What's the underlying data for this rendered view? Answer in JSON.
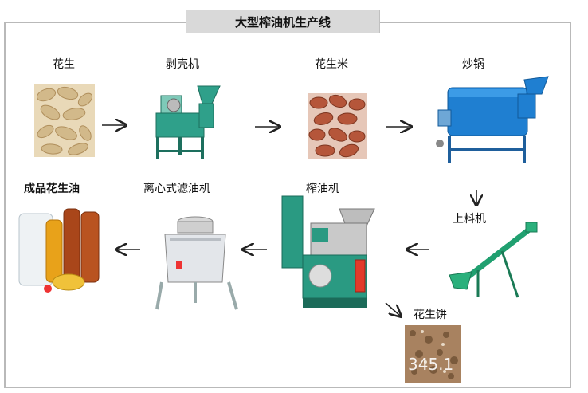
{
  "title": "大型榨油机生产线",
  "steps": {
    "peanut": "花生",
    "sheller": "剥壳机",
    "kernel": "花生米",
    "roaster": "炒锅",
    "conveyor": "上料机",
    "press": "榨油机",
    "filter": "离心式滤油机",
    "product": "成品花生油",
    "cake": "花生饼"
  },
  "watermark": "345.1"
}
